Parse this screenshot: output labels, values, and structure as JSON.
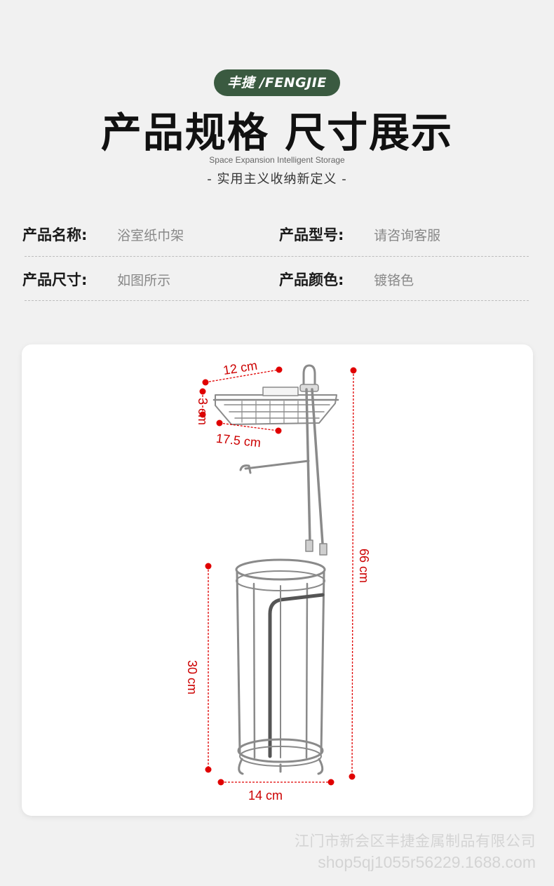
{
  "header": {
    "brand": "丰捷 /FENGJIE",
    "title": "产品规格 尺寸展示",
    "subtitle_en": "Space Expansion Intelligent Storage",
    "subtitle_cn": "- 实用主义收纳新定义 -"
  },
  "specs": {
    "name_label": "产品名称:",
    "name_value": "浴室纸巾架",
    "model_label": "产品型号:",
    "model_value": "请咨询客服",
    "size_label": "产品尺寸:",
    "size_value": "如图所示",
    "color_label": "产品颜色:",
    "color_value": "镀铬色"
  },
  "dimensions": {
    "shelf_width": "12 cm",
    "shelf_height": "3 cm",
    "shelf_length": "17.5 cm",
    "total_height": "66 cm",
    "base_height": "30 cm",
    "base_width": "14 cm"
  },
  "footer": {
    "company": "江门市新会区丰捷金属制品有限公司",
    "shop_url": "shop5qj1055r56229.1688.com"
  },
  "colors": {
    "brand_green": "#3a5a40",
    "dimension_red": "#e00000",
    "chrome": "#9a9a9a"
  }
}
